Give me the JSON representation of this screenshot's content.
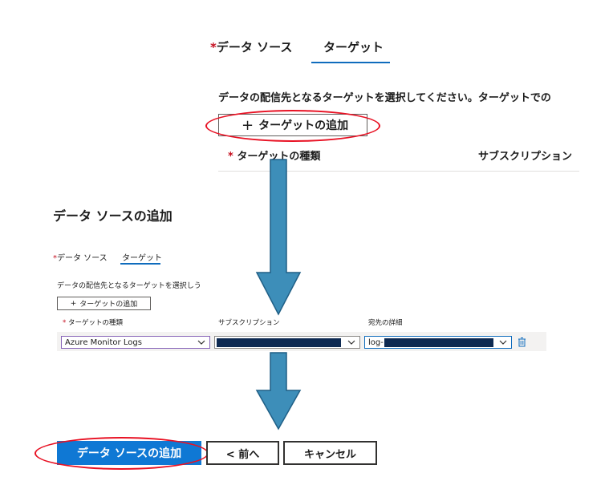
{
  "zoom": {
    "tabs": {
      "required_mark": "*",
      "data_source": "データ ソース",
      "target": "ターゲット"
    },
    "description": "データの配信先となるターゲットを選択してください。ターゲットでの",
    "add_target": {
      "plus": "+",
      "label": "ターゲットの追加"
    },
    "columns": {
      "required_mark": "*",
      "target_type": "ターゲットの種類",
      "subscription": "サブスクリプション"
    }
  },
  "panel": {
    "title": "データ ソースの追加",
    "tabs": {
      "required_mark": "*",
      "data_source": "データ ソース",
      "target": "ターゲット"
    },
    "description": "データの配信先となるターゲットを選択しう",
    "add_target": {
      "plus": "+",
      "label": "ターゲットの追加"
    },
    "columns": {
      "required_mark": "*",
      "target_type": "ターゲットの種類",
      "subscription": "サブスクリプション",
      "destination": "宛先の詳細"
    },
    "row": {
      "target_type_value": "Azure Monitor Logs",
      "destination_prefix": "log-"
    }
  },
  "footer": {
    "add_button": "データ ソースの追加",
    "prev_button": "< 前へ",
    "cancel_button": "キャンセル"
  },
  "colors": {
    "accent": "#0f6cbd",
    "primary_button": "#0f78d4",
    "highlight": "#e81123",
    "arrow": "#3d8eb9"
  }
}
